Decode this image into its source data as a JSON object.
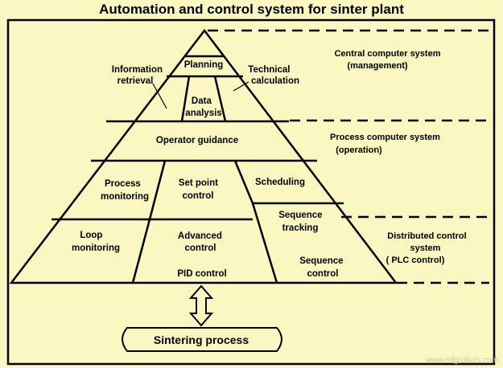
{
  "title": "Automation and control system for sinter plant",
  "pyramid": {
    "top": {
      "planning": "Planning",
      "information_retrieval": [
        "Information",
        "retrieval"
      ],
      "technical_calculation": [
        "Technical",
        "calculation"
      ],
      "data_analysis": [
        "Data",
        "analysis"
      ]
    },
    "middle": {
      "operator_guidance": "Operator guidance",
      "process_monitoring": [
        "Process",
        "monitoring"
      ],
      "set_point_control": [
        "Set point",
        "control"
      ],
      "scheduling": "Scheduling"
    },
    "bottom": {
      "sequence_tracking": [
        "Sequence",
        "tracking"
      ],
      "loop_monitoring": [
        "Loop",
        "monitoring"
      ],
      "advanced_control": [
        "Advanced",
        "control"
      ],
      "pid_control": "PID control",
      "sequence_control": [
        "Sequence",
        "control"
      ]
    }
  },
  "levels": {
    "central": [
      "Central computer system",
      "(management)"
    ],
    "process": [
      "Process computer system",
      "(operation)"
    ],
    "distributed": [
      "Distributed control",
      "system",
      "( PLC control)"
    ]
  },
  "base": {
    "sintering_process": "Sintering process"
  },
  "watermark": "www.mfgrobots.com",
  "colors": {
    "background": "#fbf7c0",
    "line": "#000000"
  }
}
